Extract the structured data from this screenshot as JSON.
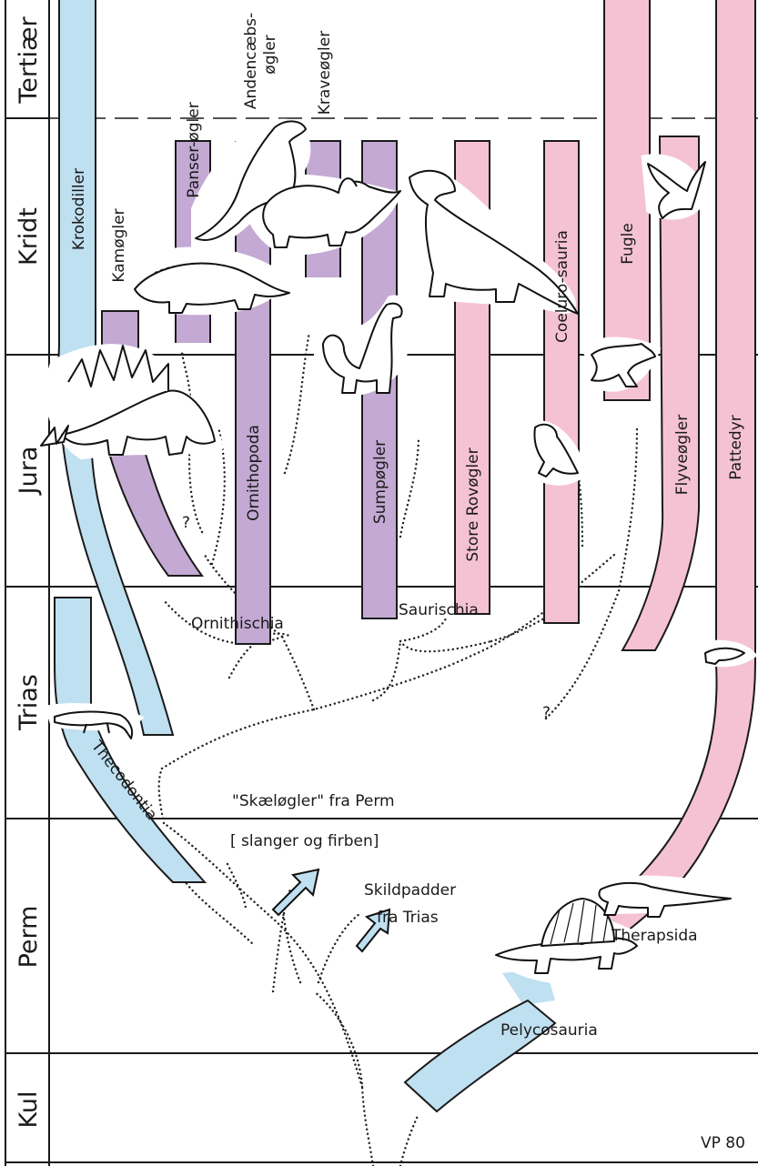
{
  "periods": [
    "Tertiær",
    "Kridt",
    "Jura",
    "Trias",
    "Perm",
    "Kul"
  ],
  "groups": {
    "krokodiller": "Krokodiller",
    "kamoegler": "Kamøgler",
    "panseroegler": "Panser-øgler",
    "andencaebs_1": "Andencæbs-",
    "andencaebs_2": "øgler",
    "kraveoegler": "Kraveøgler",
    "ornithopoda": "Ornithopoda",
    "sumpoegler": "Sumpøgler",
    "store_rovoegler": "Store Rovøgler",
    "coelurosauria": "Coeluro-sauria",
    "fugle": "Fugle",
    "flyveoegler": "Flyveøgler",
    "pattedyr": "Pattedyr",
    "thecodontia": "Thecodontia",
    "ornithischia": "Ornithischia",
    "saurischia": "Saurischia",
    "therapsida": "Therapsida",
    "pelycosauria": "Pelycosauria"
  },
  "notes": {
    "skaeloegler": "\"Skæløgler\" fra Perm",
    "slanger": "[ slanger og firben]",
    "skildpadder_1": "Skildpadder",
    "skildpadder_2": "fra Trias",
    "question": "?"
  },
  "credit": "VP 80",
  "colors": {
    "blue": "#bfe0f1",
    "purple": "#c3a9d3",
    "pink": "#f5c2d4",
    "outline": "#1a1a1a"
  },
  "icons": [
    "crocodile-icon",
    "stegosaurus-icon",
    "ankylosaurus-icon",
    "iguanodon-icon",
    "triceratops-icon",
    "tyrannosaurus-icon",
    "brontosaurus-icon",
    "compsognathus-icon",
    "archaeopteryx-icon",
    "pterodactyl-icon",
    "dimetrodon-icon",
    "therapsid-icon",
    "early-mammal-icon",
    "arrow-up-icon"
  ]
}
